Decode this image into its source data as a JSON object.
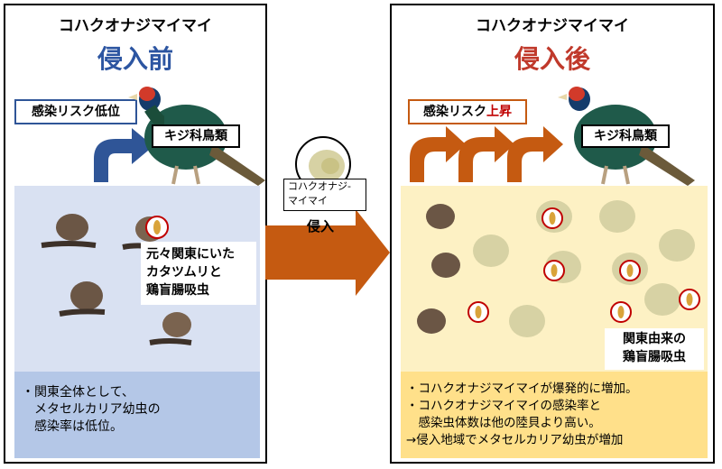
{
  "colors": {
    "before_title": "#2c55a1",
    "after_title": "#c0392b",
    "before_field": "#d9e1f2",
    "before_notes": "#b4c7e7",
    "after_field": "#fdf1c4",
    "after_notes": "#ffe08a",
    "arrow_blue": "#2f5597",
    "arrow_orange": "#c55a11",
    "risk_up": "#c00000"
  },
  "left": {
    "species": "コハクオナジマイマイ",
    "title": "侵入前",
    "risk_label": "感染リスク低位",
    "bird_label": "キジ科鳥類",
    "callout": "元々関東にいた\nカタツムリと\n鶏盲腸吸虫",
    "notes": "・関東全体として、\n　メタセルカリア幼虫の\n　感染率は低位。"
  },
  "right": {
    "species": "コハクオナジマイマイ",
    "title": "侵入後",
    "risk_label_prefix": "感染リスク",
    "risk_label_emph": "上昇",
    "bird_label": "キジ科鳥類",
    "callout": "関東由来の\n鶏盲腸吸虫",
    "notes": "・コハクオナジマイマイが爆発的に増加。\n・コハクオナジマイマイの感染率と\n　感染虫体数は他の陸貝より高い。\n→侵入地域でメタセルカリア幼虫が増加"
  },
  "middle": {
    "snail_label": "コハクオナジ-\nマイマイ",
    "arrow_label": "侵入"
  }
}
